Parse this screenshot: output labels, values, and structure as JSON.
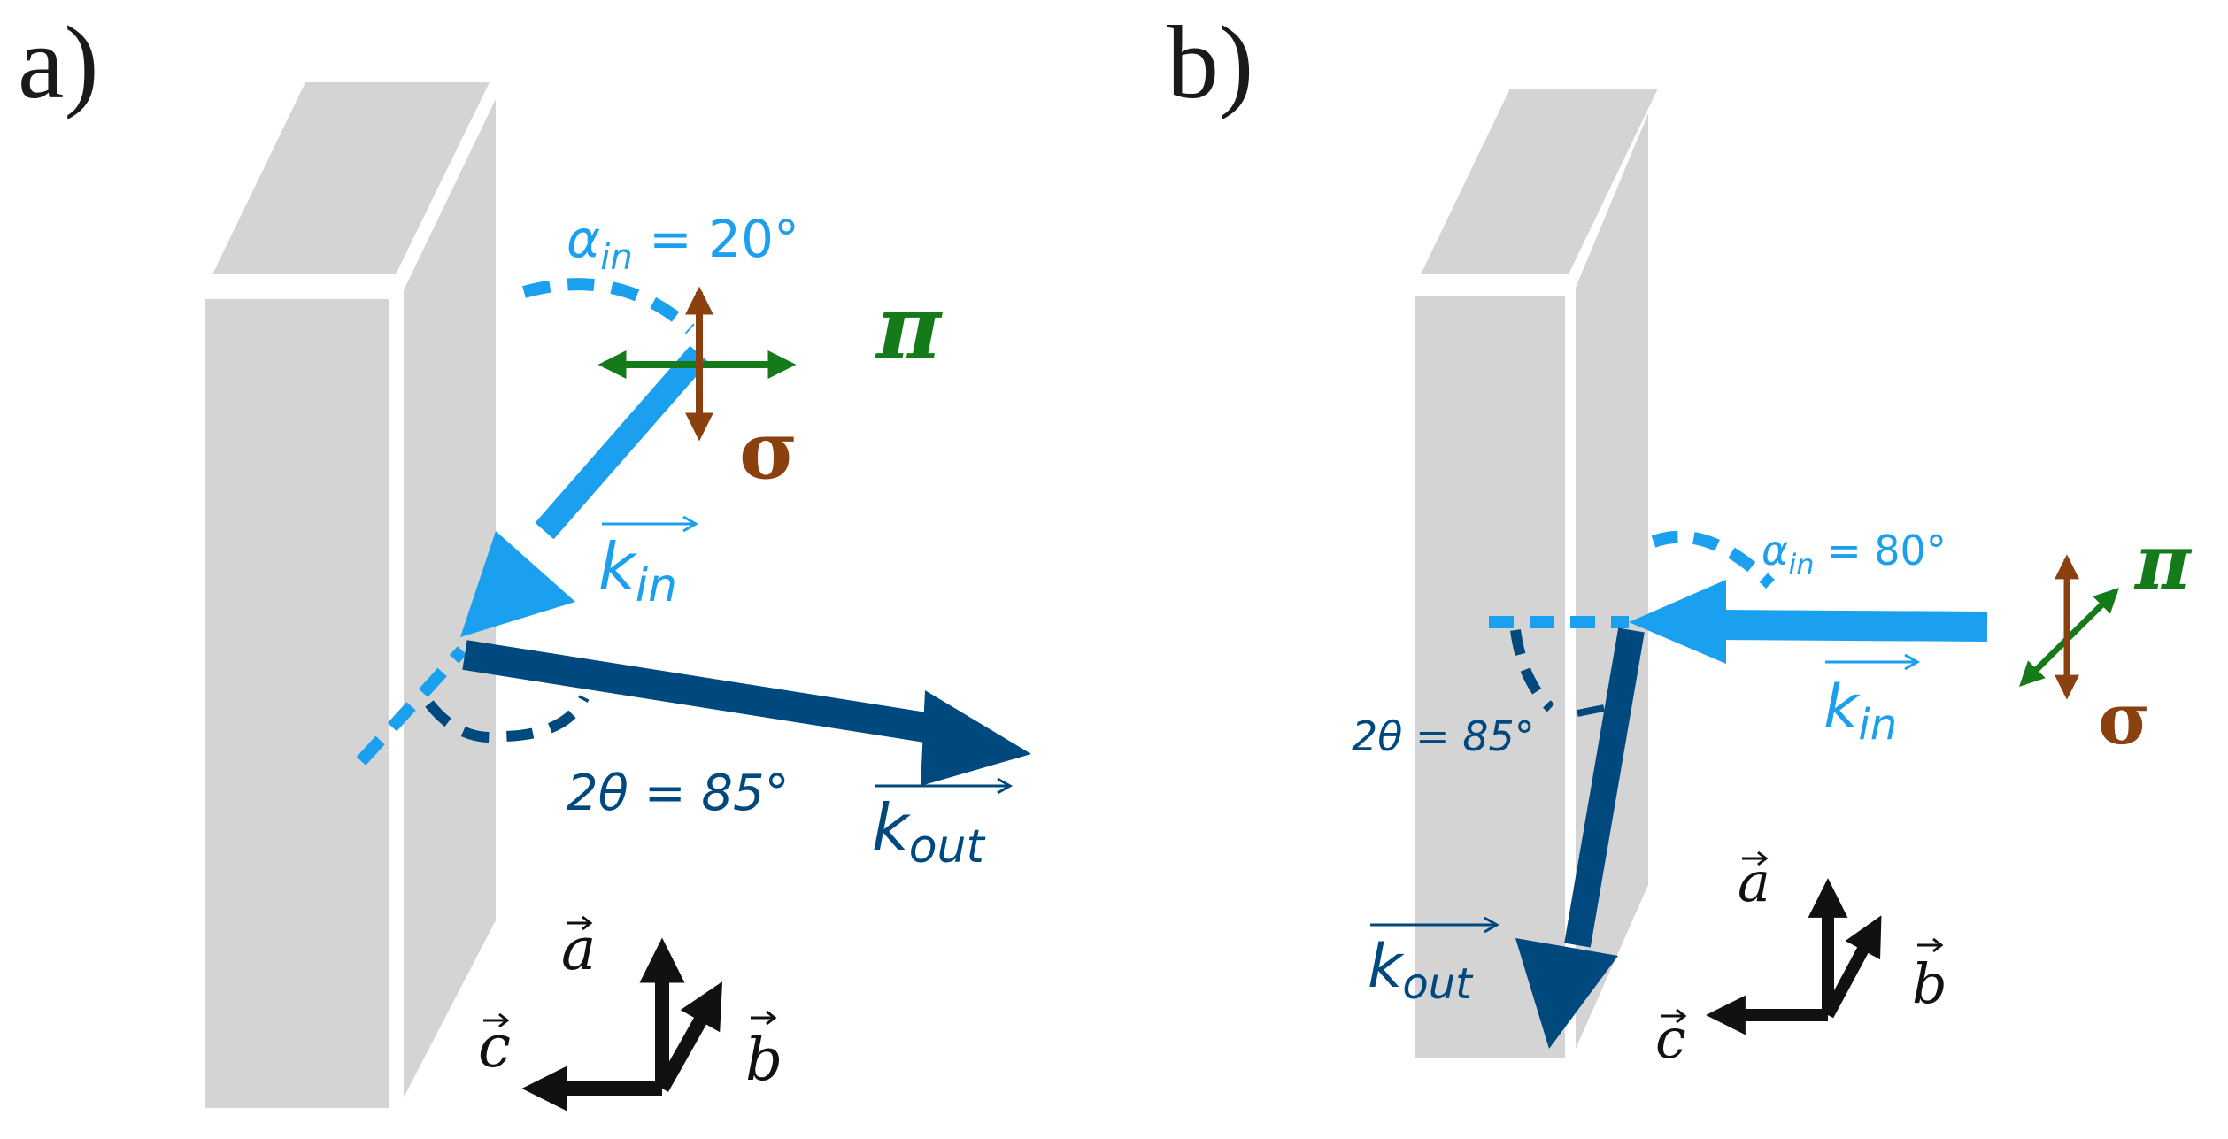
{
  "panels": [
    {
      "label": "a)",
      "incidence_angle": {
        "symbol": "α",
        "sub": "in",
        "value": " = 20°"
      },
      "scattering_angle": "2θ = 85°",
      "k_in": {
        "symbol": "k",
        "sub": "in"
      },
      "k_out": {
        "symbol": "k",
        "sub": "out"
      },
      "pi": "π",
      "sigma": "σ",
      "axes": {
        "a": "a",
        "b": "b",
        "c": "c"
      }
    },
    {
      "label": "b)",
      "incidence_angle": {
        "symbol": "α",
        "sub": "in",
        "value": " = 80°"
      },
      "scattering_angle": "2θ = 85°",
      "k_in": {
        "symbol": "k",
        "sub": "in"
      },
      "k_out": {
        "symbol": "k",
        "sub": "out"
      },
      "pi": "π",
      "sigma": "σ",
      "axes": {
        "a": "a",
        "b": "b",
        "c": "c"
      }
    }
  ],
  "colors": {
    "crystal": "#d4d4d4",
    "incident_beam": "#1aa0ef",
    "scattered_beam": "#00497e",
    "pi_polarization": "#157a1a",
    "sigma_polarization": "#8b4010",
    "axes": "#111111"
  }
}
